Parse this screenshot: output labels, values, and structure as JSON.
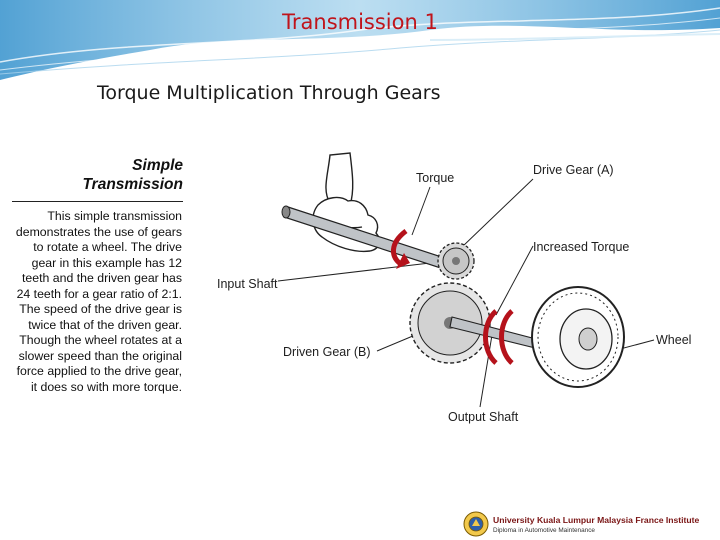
{
  "slide": {
    "title": "Transmission 1",
    "subtitle": "Torque Multiplication Through Gears"
  },
  "sidebar": {
    "heading_line1": "Simple",
    "heading_line2": "Transmission",
    "body": "This simple transmission demonstrates the use of gears to rotate a wheel. The drive gear in this example has 12 teeth and the driven gear has 24 teeth for a gear ratio of 2:1. The speed of the drive gear is twice that of the driven gear. Though the wheel rotates at a slower speed than the original force applied to the drive gear, it does so with more torque."
  },
  "diagram": {
    "labels": {
      "torque": "Torque",
      "drive_gear": "Drive Gear (A)",
      "increased_torque": "Increased Torque",
      "input_shaft": "Input Shaft",
      "wheel": "Wheel",
      "driven_gear": "Driven Gear (B)",
      "output_shaft": "Output Shaft"
    },
    "colors": {
      "arrow": "#b5121b",
      "line": "#222222"
    }
  },
  "footer": {
    "organization": "University Kuala Lumpur Malaysia France Institute",
    "department": "Diploma in Automotive Maintenance",
    "logo_icon": "university-crest-icon"
  },
  "theme": {
    "title_color": "#c0141b",
    "header_band_color": "#5aa9d6"
  }
}
